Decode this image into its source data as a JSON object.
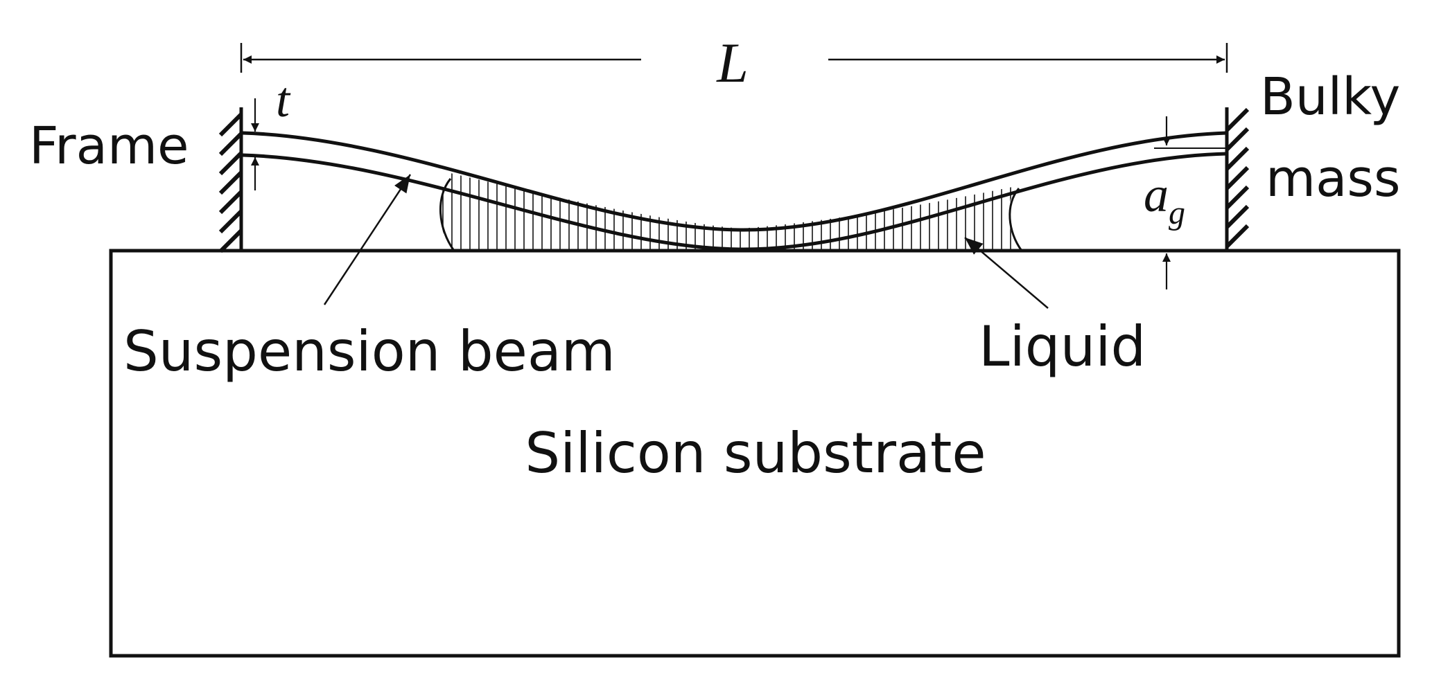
{
  "labels": {
    "length": "L",
    "thickness": "t",
    "gap_symbol": "a",
    "gap_subscript": "g",
    "frame": "Frame",
    "bulky_line1": "Bulky",
    "bulky_line2": "mass",
    "suspension_beam": "Suspension beam",
    "liquid": "Liquid",
    "substrate": "Silicon substrate"
  },
  "colors": {
    "stroke": "#111111",
    "background": "#ffffff"
  }
}
